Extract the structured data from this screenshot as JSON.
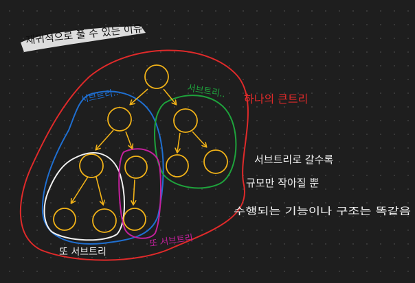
{
  "title": "재귀적으로 풀 수 있는 이유",
  "labels": {
    "big_tree": "하나의 큰트리",
    "subtree_blue": "서브트리..",
    "subtree_green": "서브트리..",
    "subtree_white": "또 서브트리",
    "subtree_magenta": "또 서브트리"
  },
  "notes": [
    "서브트리로 갈수록",
    "규모만 작아질 뿐",
    "수행되는 기능이나 구조는 똑같음"
  ],
  "colors": {
    "background": "#1e1e1e",
    "node": "#f2b318",
    "red_outline": "#e02a2a",
    "blue_outline": "#1f6fd1",
    "green_outline": "#1ea33c",
    "white_outline": "#f0f0f0",
    "magenta_outline": "#c4209c"
  }
}
